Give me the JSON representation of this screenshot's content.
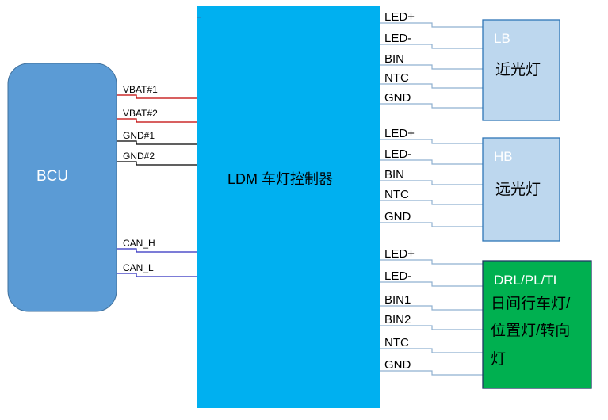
{
  "bcu": {
    "label": "BCU",
    "fill": "#5b9bd5",
    "stroke": "#41719c"
  },
  "ldm": {
    "label": "LDM 车灯控制器",
    "fill": "#00b0f0"
  },
  "left_signals": [
    {
      "label": "VBAT#1",
      "color": "#c00000"
    },
    {
      "label": "VBAT#2",
      "color": "#c00000"
    },
    {
      "label": "GND#1",
      "color": "#000000"
    },
    {
      "label": "GND#2",
      "color": "#000000"
    },
    {
      "label": "CAN_H",
      "color": "#2f2fbf"
    },
    {
      "label": "CAN_L",
      "color": "#2f2fbf"
    }
  ],
  "lamps": [
    {
      "code": "LB",
      "name_lines": [
        "近光灯"
      ],
      "fill": "#bdd7ee",
      "stroke": "#2e75b6",
      "pins": [
        "LED+",
        "LED-",
        "BIN",
        "NTC",
        "GND"
      ]
    },
    {
      "code": "HB",
      "name_lines": [
        "远光灯"
      ],
      "fill": "#bdd7ee",
      "stroke": "#2e75b6",
      "pins": [
        "LED+",
        "LED-",
        "BIN",
        "NTC",
        "GND"
      ]
    },
    {
      "code": "DRL/PL/TI",
      "name_lines": [
        "日间行车灯/",
        "位置灯/转向",
        "灯"
      ],
      "fill": "#00b050",
      "stroke": "#1f3864",
      "pins": [
        "LED+",
        "LED-",
        "BIN1",
        "BIN2",
        "NTC",
        "GND"
      ]
    }
  ],
  "wire_color": "#8fb0d0"
}
